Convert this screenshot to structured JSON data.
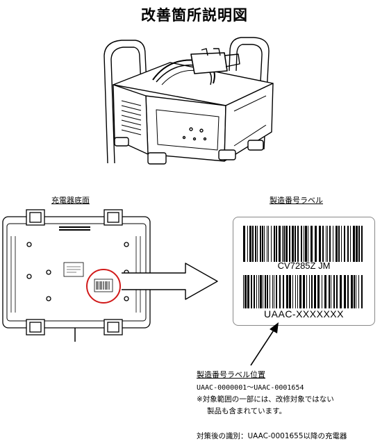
{
  "title": "改善箇所説明図",
  "bottom_view_label": "充電器底面",
  "serial_label_heading": "製造番号ラベル",
  "barcode_1_text": "CV7285Z JM",
  "barcode_2_text": "UAAC-XXXXXXX",
  "label_position": {
    "heading": "製造番号ラベル位置",
    "range": "UAAC-0000001～UAAC-0001654",
    "note_line1": "※対象範囲の一部には、改修対象ではない",
    "note_line2": "製品も含まれています。"
  },
  "identification": "対策後の識別：UAAC-0001655以降の充電器",
  "colors": {
    "highlight_circle": "#d11a1a",
    "line": "#000000"
  }
}
